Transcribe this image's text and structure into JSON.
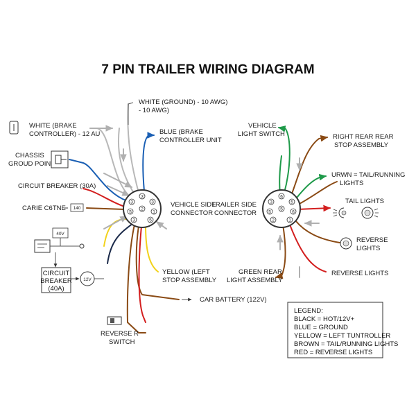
{
  "title": "7 PIN TRAILER WIRING DIAGRAM",
  "colors": {
    "white": "#b8b8b8",
    "blue": "#1a5fb4",
    "red": "#d31f1f",
    "yellow": "#f2d21b",
    "brown": "#8a4a14",
    "black": "#1b2a4a",
    "green": "#1f9a4a",
    "gray_arrow": "#b0b0b0"
  },
  "connectors": {
    "vehicle": {
      "label_line1": "VEHICLE SIDE",
      "label_line2": "CONNECTOR"
    },
    "trailer": {
      "label_line1": "TRAILER SIDE",
      "label_line2": "CONNECTOR"
    },
    "pin_numbers": [
      "3",
      "3",
      "3",
      "5",
      "2",
      "1",
      "3",
      "5",
      "6",
      "5"
    ]
  },
  "labels": {
    "white_ground_1": "WHITE (GROUND) - 10 AWG)",
    "white_ground_2": "- 10 AWG)",
    "white_brake_1": "WHITE (BRAKE",
    "white_brake_2": "CONTROLLER) - 12 AU",
    "blue_brake_1": "BLUE (BRAKE",
    "blue_brake_2": "CONTROLLER UNIT",
    "chassis_1": "CHASSIS",
    "chassis_2": "GROUD POINT",
    "circuit_breaker_30": "CIRCUIT BREAKER (30A)",
    "carie": "CARIE C6TNE",
    "carie_box": "140",
    "box_40v": "40V",
    "circuit_breaker_40_1": "CIRCUIT",
    "circuit_breaker_40_2": "BREAKER",
    "circuit_breaker_40_3": "(40A)",
    "v12": "12V",
    "yellow_left_1": "YELLOW (LEFT",
    "yellow_left_2": "STOP ASSEMBLY",
    "car_battery": "CAR BATTERY (122V)",
    "reverse_switch_1": "REVERSE R",
    "reverse_switch_2": "SWITCH",
    "vehicle_light_1": "VEHICLE",
    "vehicle_light_2": "LIGHT SWITCH",
    "right_rear_1": "RIGHT REAR REAR",
    "right_rear_2": "STOP ASSEMBLY",
    "brown_tail_1": "URWN = TAIL/RUNNING",
    "brown_tail_2": "LIGHTS",
    "tail_lights": "TAIL LIGHTS",
    "reverse_lights_1": "REVERSE",
    "reverse_lights_2": "LIGHTS",
    "green_rear_1": "GREEN  REAR",
    "green_rear_2": "LIGHT ASSEMBLY",
    "reverse_lights_red": "REVERSE LIGHTS"
  },
  "legend": {
    "heading": "LEGEND:",
    "lines": [
      "BLACK = HOT/12V+",
      "BLUE = GROUND",
      "YELLOW = LEFT TUNTROLLER",
      "BROWN = TAIL/RUNNING LIGHTS",
      "RED = REVERSE LIGHTS"
    ]
  }
}
